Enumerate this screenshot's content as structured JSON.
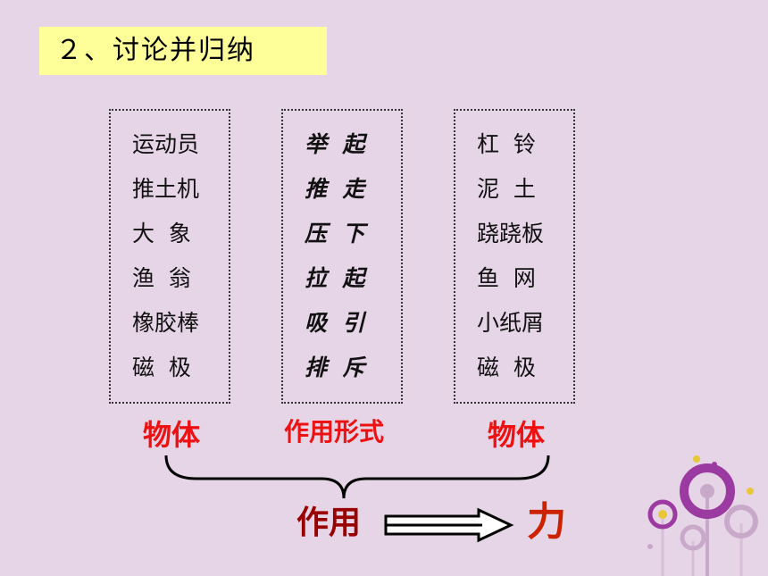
{
  "title": "２、讨论并归纳",
  "columns": {
    "objects_left": [
      "运动员",
      "推土机",
      "大  象",
      "渔  翁",
      "橡胶棒",
      "磁  极"
    ],
    "actions": [
      "举  起",
      "推  走",
      "压  下",
      "拉  起",
      "吸  引",
      "排  斥"
    ],
    "objects_right": [
      "杠  铃",
      "泥  土",
      "跷跷板",
      "鱼  网",
      "小纸屑",
      "磁  极"
    ]
  },
  "labels": {
    "left": "物体",
    "middle": "作用形式",
    "right": "物体"
  },
  "conclusion": {
    "left": "作用",
    "right": "力"
  },
  "colors": {
    "background": "#e6d5e6",
    "title_bg": "#ffff99",
    "label_red": "#ee1111",
    "dark_red": "#990000"
  }
}
